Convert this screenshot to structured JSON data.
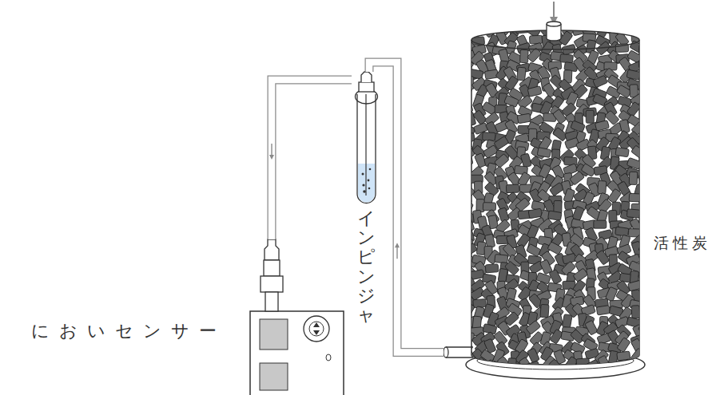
{
  "diagram": {
    "nodes": [
      {
        "text": [
          "においセンサー"
        ]
      },
      {
        "text": [
          "インピンジャ"
        ]
      },
      {
        "text": [
          "活性炭"
        ]
      }
    ],
    "edges": [
      {
        "from": 2,
        "to": 1,
        "arrow": "to"
      },
      {
        "from": 1,
        "to": 0,
        "arrow": "to"
      }
    ]
  }
}
